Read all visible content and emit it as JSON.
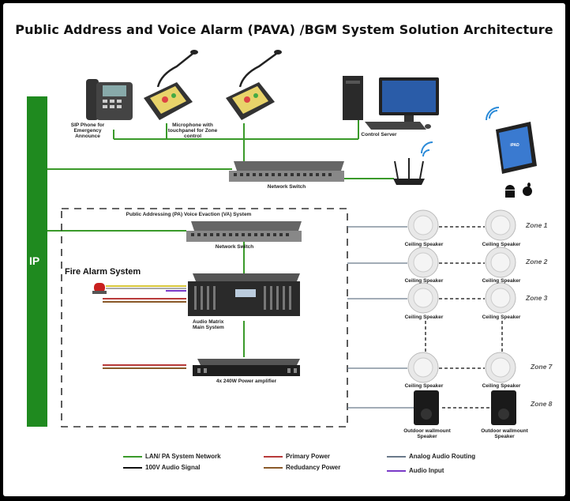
{
  "title": "Public Address and Voice Alarm (PAVA) /BGM System Solution Architecture",
  "top_devices": {
    "sip_phone": "SIP Phone for Emergency Announce",
    "microphone": "Microphone with touchpanel for Zone control",
    "control_server": "Control Server",
    "network_switch": "Network Switch"
  },
  "ip_label": "IP",
  "ipad_label": "iPAD",
  "pa_system": {
    "title": "Public Addressing (PA) Voice Evaction (VA) System",
    "network_switch": "Network Switch",
    "fire_alarm": "Fire Alarm System",
    "audio_matrix": "Audio Matrix Main System",
    "amplifier": "4x 240W Power amplifier"
  },
  "speaker_labels": {
    "ceiling": "Ceiling Speaker",
    "outdoor": "Outdoor wallmount Speaker"
  },
  "zones": [
    "Zone 1",
    "Zone 2",
    "Zone 3",
    "Zone 7",
    "Zone 8"
  ],
  "legend": [
    {
      "label": "LAN/ PA System Network",
      "color": "#3a9a2a"
    },
    {
      "label": "100V Audio Signal",
      "color": "#111111"
    },
    {
      "label": "Primary Power",
      "color": "#b83a3a"
    },
    {
      "label": "Redudancy Power",
      "color": "#8a5a2a"
    },
    {
      "label": "Analog Audio Routing",
      "color": "#6a7a8a"
    },
    {
      "label": "Audio Input",
      "color": "#7a3ac8"
    }
  ],
  "colors": {
    "network": "#3a9a2a",
    "ip_bar": "#1f8a1f",
    "power": "#b83a3a",
    "input": "#7a3ac8",
    "yellow": "#d8c83a"
  }
}
